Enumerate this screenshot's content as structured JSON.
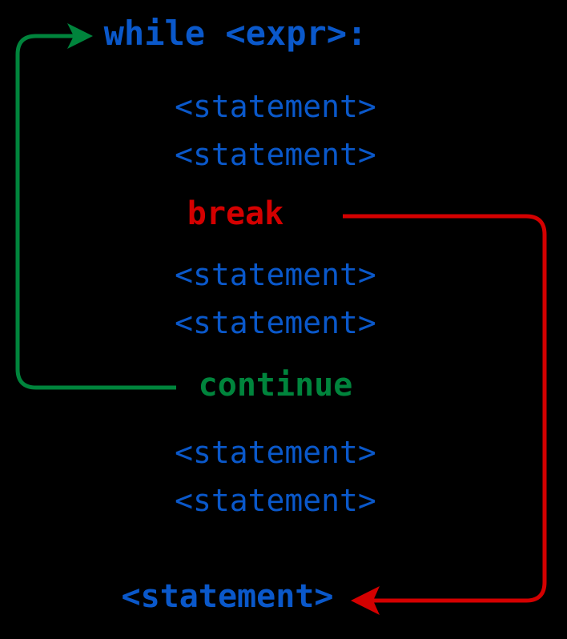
{
  "diagram": {
    "title": "while loop control flow",
    "background_color": "#000000",
    "colors": {
      "keyword_blue": "#0a58ca",
      "statement_blue": "#0a58ca",
      "break_red": "#d40000",
      "continue_green": "#00843c"
    }
  },
  "code": {
    "header": "while <expr>:",
    "statement_1": "<statement>",
    "statement_2": "<statement>",
    "break_keyword": "break",
    "statement_3": "<statement>",
    "statement_4": "<statement>",
    "continue_keyword": "continue",
    "statement_5": "<statement>",
    "statement_6": "<statement>",
    "statement_after_loop": "<statement>"
  },
  "arrows": {
    "continue_loop_back": {
      "label": "continue-flow-arrow",
      "color": "#00843c",
      "from": "continue",
      "to": "while <expr>:"
    },
    "break_exit": {
      "label": "break-flow-arrow",
      "color": "#d40000",
      "from": "break",
      "to": "<statement>"
    }
  }
}
